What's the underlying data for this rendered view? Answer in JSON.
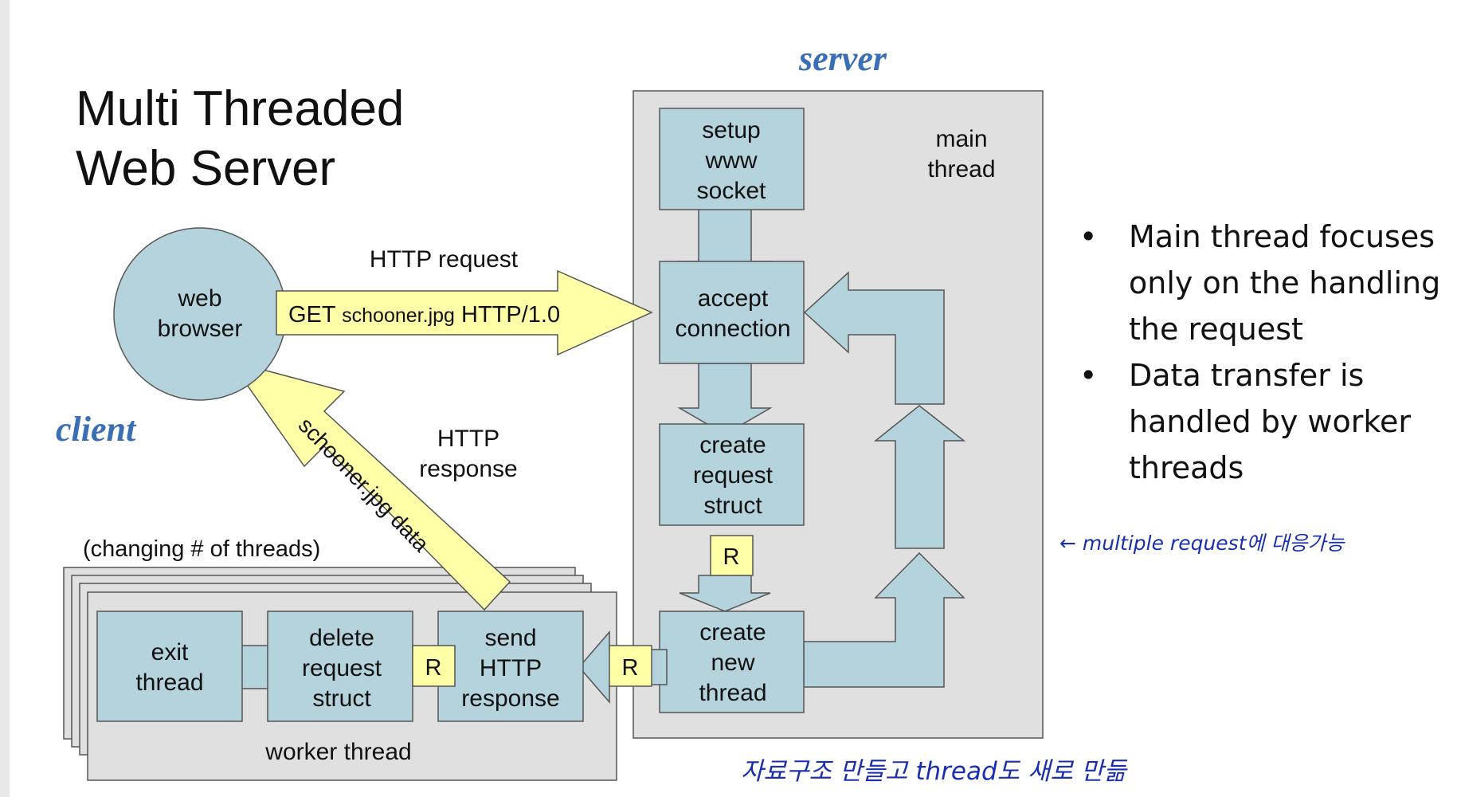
{
  "title": {
    "line1": "Multi Threaded",
    "line2": "Web Server"
  },
  "labels": {
    "server": "server",
    "client": "client",
    "main_thread_1": "main",
    "main_thread_2": "thread",
    "http_request": "HTTP request",
    "http_response_1": "HTTP",
    "http_response_2": "response",
    "changing_threads": "(changing # of threads)",
    "worker_thread": "worker thread"
  },
  "nodes": {
    "web_browser": [
      "web",
      "browser"
    ],
    "setup_socket": [
      "setup",
      "www",
      "socket"
    ],
    "accept_connection": [
      "accept",
      "connection"
    ],
    "create_request_struct": [
      "create",
      "request",
      "struct"
    ],
    "create_new_thread": [
      "create",
      "new",
      "thread"
    ],
    "send_http_response": [
      "send",
      "HTTP",
      "response"
    ],
    "delete_request_struct": [
      "delete",
      "request",
      "struct"
    ],
    "exit_thread": [
      "exit",
      "thread"
    ],
    "r": "R"
  },
  "arrows": {
    "get_request_a": "GET ",
    "get_request_b": "schooner.jpg",
    "get_request_c": " HTTP/1.0",
    "response_data": "schooner.jpg data"
  },
  "annotations": {
    "multiple_request": "← multiple request에 대응가능",
    "make_struct_thread": "자료구조 만들고 thread도 새로 만듦"
  },
  "bullets": [
    "Main thread focuses only on the handling the request",
    "Data transfer is handled by worker threads"
  ],
  "colors": {
    "box_fill": "#b4d3dc",
    "panel_fill": "#e0e0e0",
    "arrow_yellow": "#ffffa8",
    "accent_blue": "#3a6eb5"
  }
}
